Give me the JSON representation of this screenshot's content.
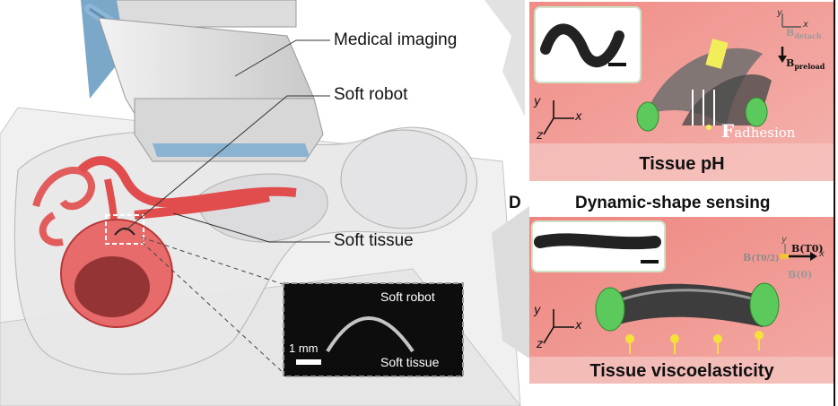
{
  "main_scene": {
    "callouts": {
      "medical_imaging": "Medical imaging",
      "soft_robot": "Soft robot",
      "soft_tissue": "Soft tissue"
    },
    "inset": {
      "soft_robot": "Soft robot",
      "soft_tissue": "Soft tissue",
      "scale_bar": "1 mm"
    }
  },
  "panel_c": {
    "caption": "Tissue pH",
    "force_label": "F",
    "force_sub": "adhesion",
    "b_detach": "B",
    "b_detach_sub": "detach",
    "b_preload": "B",
    "b_preload_sub": "preload",
    "axes": {
      "x": "x",
      "y": "y",
      "z": "z"
    },
    "colors": {
      "tissue": "#ef8f8a",
      "robot": "#4a4a4a",
      "magnet": "#5cc95c",
      "arrow": "#ffffff",
      "accent": "#f2ee5a"
    }
  },
  "panel_d": {
    "letter": "D",
    "heading": "Dynamic-shape sensing",
    "caption": "Tissue viscoelasticity",
    "b_half": "B",
    "b_half_arg": "(T0/2)",
    "b_t0": "B(T0)",
    "b_zero": "B(0)",
    "axes": {
      "x": "x",
      "y": "y",
      "z": "z"
    },
    "colors": {
      "tissue": "#ef8f8a",
      "robot": "#3d3d3d",
      "magnet": "#5cc95c",
      "spring": "#f4e23a"
    }
  }
}
